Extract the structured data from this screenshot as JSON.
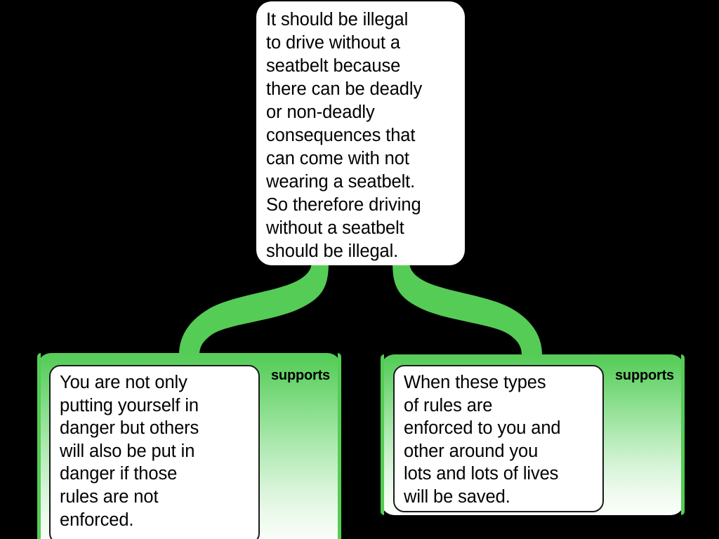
{
  "diagram": {
    "type": "argument-map",
    "background_color": "#000000",
    "accent_color": "#55cc55",
    "node_fill_color": "#ffffff",
    "text_color": "#000000"
  },
  "claim": {
    "id": "claim-root",
    "text": "It should be illegal\nto drive without a\nseatbelt because\nthere can be deadly\nor non-deadly\nconsequences that\ncan come with not\nwearing a seatbelt.\nSo therefore driving\nwithout a seatbelt\nshould be illegal."
  },
  "premises": [
    {
      "id": "premise-left",
      "scheme_label": "supports",
      "text": "You are not only\nputting yourself in\ndanger but others\nwill also be put in\ndanger if those\nrules are not\nenforced."
    },
    {
      "id": "premise-right",
      "scheme_label": "supports",
      "text": "When these types\nof rules are\nenforced to you and\nother around you\nlots and lots of lives\nwill be saved."
    }
  ],
  "connectors": [
    {
      "id": "connector-left",
      "from": "claim-root",
      "to": "premise-left",
      "relation": "supports"
    },
    {
      "id": "connector-right",
      "from": "claim-root",
      "to": "premise-right",
      "relation": "supports"
    }
  ]
}
